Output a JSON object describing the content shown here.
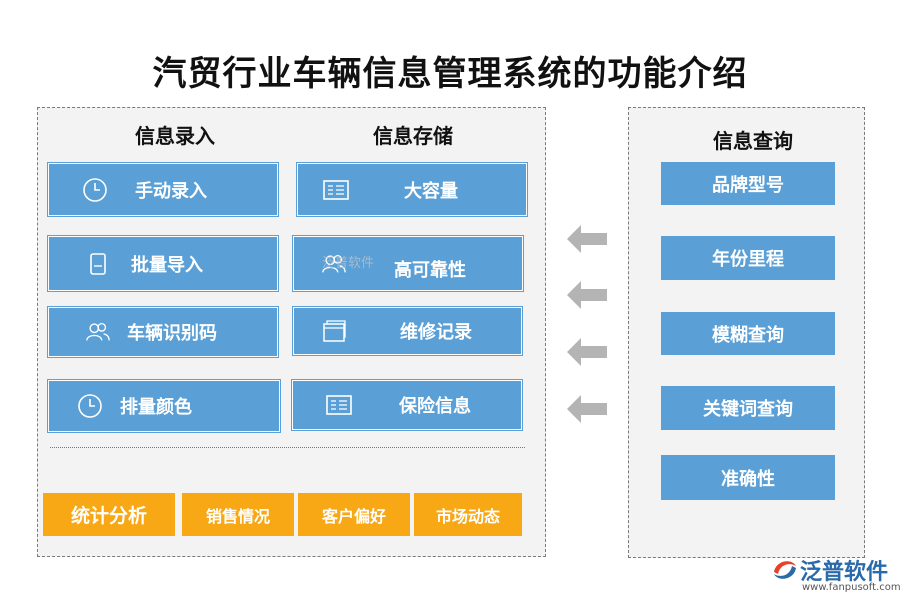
{
  "title": "汽贸行业车辆信息管理系统的功能介绍",
  "left_panel": {
    "input_heading": "信息录入",
    "storage_heading": "信息存储",
    "input_items": [
      {
        "label": "手动录入",
        "icon": "clock-icon"
      },
      {
        "label": "批量导入",
        "icon": "document-icon"
      },
      {
        "label": "车辆识别码",
        "icon": "users-icon"
      },
      {
        "label": "排量颜色",
        "icon": "clock-icon"
      }
    ],
    "storage_items": [
      {
        "label": "大容量",
        "icon": "list-icon"
      },
      {
        "label": "高可靠性",
        "icon": "users-icon"
      },
      {
        "label": "维修记录",
        "icon": "window-icon"
      },
      {
        "label": "保险信息",
        "icon": "list-icon"
      }
    ],
    "stats": [
      "统计分析",
      "销售情况",
      "客户偏好",
      "市场动态"
    ]
  },
  "right_panel": {
    "heading": "信息查询",
    "items": [
      "品牌型号",
      "年份里程",
      "模糊查询",
      "关键词查询",
      "准确性"
    ]
  },
  "watermark": "泛普软件",
  "logo": {
    "brand": "泛普软件",
    "url": "www.fanpusoft.com"
  },
  "colors": {
    "box_blue": "#5a9fd5",
    "stats_orange": "#f7a814",
    "arrow_gray": "#b4b4b4"
  }
}
